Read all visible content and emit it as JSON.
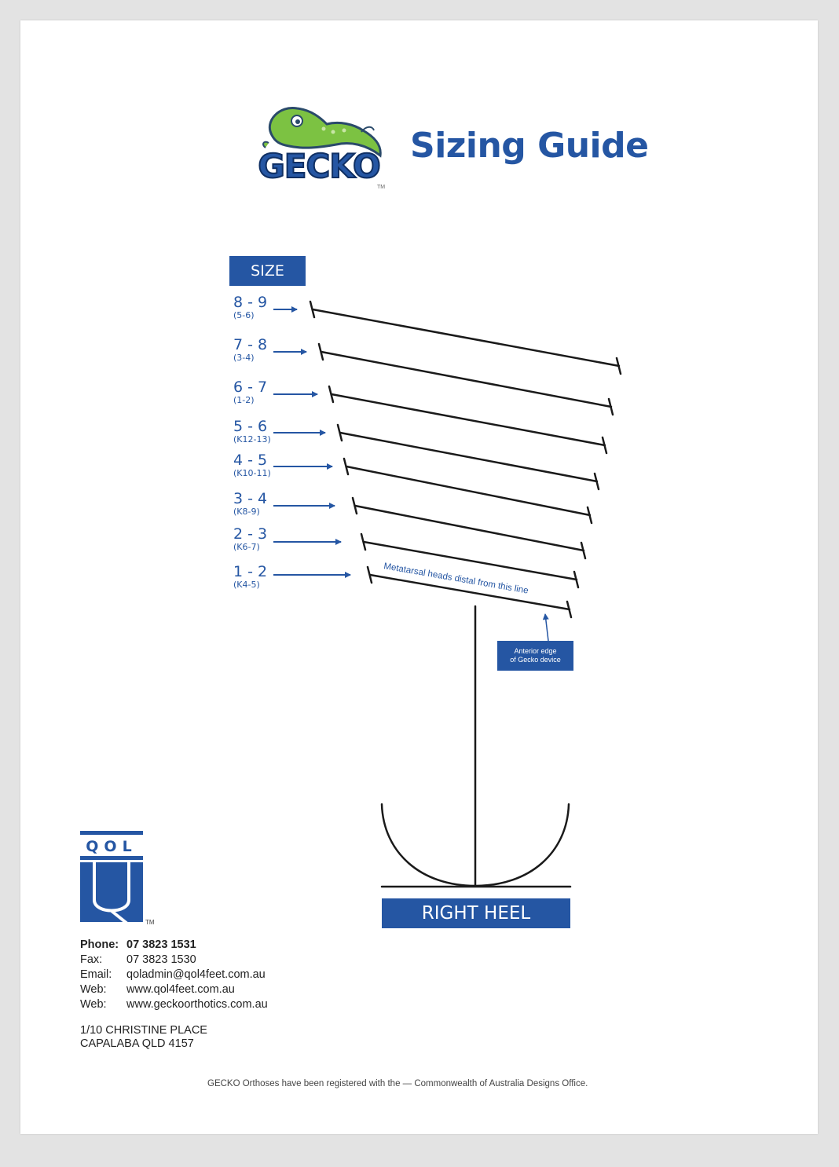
{
  "header": {
    "logo_text": "GECKO",
    "logo_tm": "TM",
    "title": "Sizing Guide"
  },
  "chart": {
    "size_header": "SIZE",
    "sizes": [
      {
        "main": "8 - 9",
        "sub": "(5-6)"
      },
      {
        "main": "7 - 8",
        "sub": "(3-4)"
      },
      {
        "main": "6 - 7",
        "sub": "(1-2)"
      },
      {
        "main": "5 - 6",
        "sub": "(K12-13)"
      },
      {
        "main": "4 - 5",
        "sub": "(K10-11)"
      },
      {
        "main": "3 - 4",
        "sub": "(K8-9)"
      },
      {
        "main": "2 - 3",
        "sub": "(K6-7)"
      },
      {
        "main": "1 - 2",
        "sub": "(K4-5)"
      }
    ],
    "metatarsal_note": "Metatarsal heads distal from this line",
    "anterior_line1": "Anterior edge",
    "anterior_line2": "of Gecko device",
    "heel_label": "RIGHT HEEL"
  },
  "qol": {
    "logo_text": "QOL",
    "logo_tm": "TM"
  },
  "contact": {
    "phone_label": "Phone:",
    "phone": "07 3823 1531",
    "fax_label": "Fax:",
    "fax": "07 3823 1530",
    "email_label": "Email:",
    "email": "qoladmin@qol4feet.com.au",
    "web_label": "Web:",
    "web1": "www.qol4feet.com.au",
    "web2": "www.geckoorthotics.com.au",
    "address1": "1/10 CHRISTINE PLACE",
    "address2": "CAPALABA QLD 4157"
  },
  "footer": {
    "text": "GECKO Orthoses have been registered with the  —  Commonwealth of Australia Designs Office."
  },
  "colors": {
    "brand_blue": "#2556a3",
    "gecko_green": "#7cc242",
    "line_black": "#1a1a1a"
  }
}
